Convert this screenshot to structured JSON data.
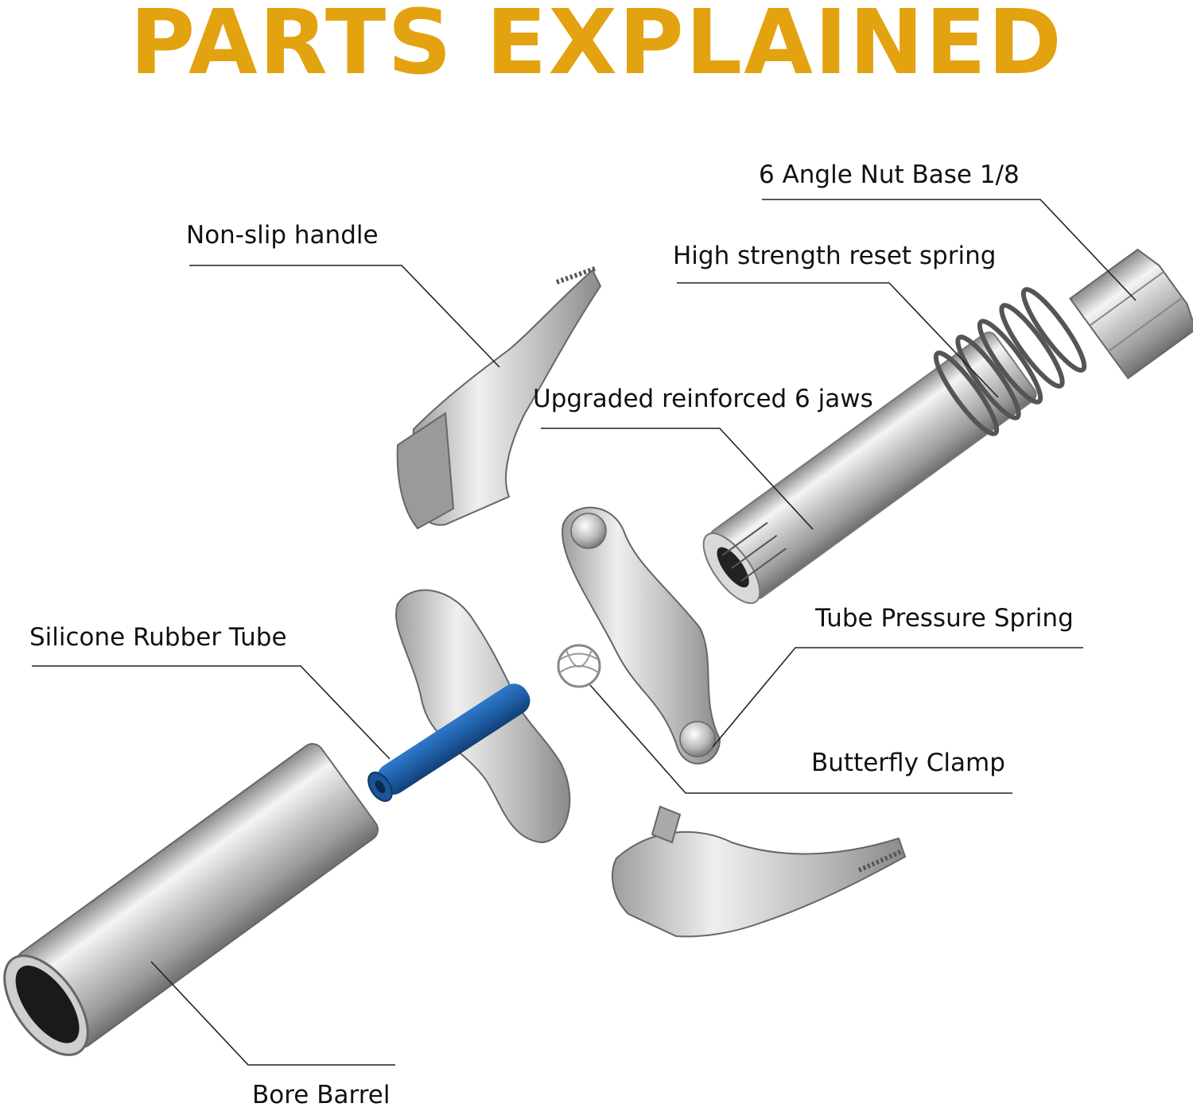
{
  "title": "PARTS EXPLAINED",
  "colors": {
    "title": "#e3a20f",
    "metal_light": "#f2f2f2",
    "metal_mid": "#bdbdbd",
    "metal_dark": "#7e7e7e",
    "rubber_tube": "#1f5fa8",
    "leader_line": "#222222"
  },
  "labels": {
    "nut_base": "6 Angle Nut Base 1/8",
    "reset_spring": "High strength reset spring",
    "handle": "Non-slip handle",
    "jaws": "Upgraded reinforced 6 jaws",
    "tube_spring": "Tube Pressure Spring",
    "rubber_tube": "Silicone Rubber Tube",
    "butterfly": "Butterfly Clamp",
    "barrel": "Bore Barrel"
  }
}
